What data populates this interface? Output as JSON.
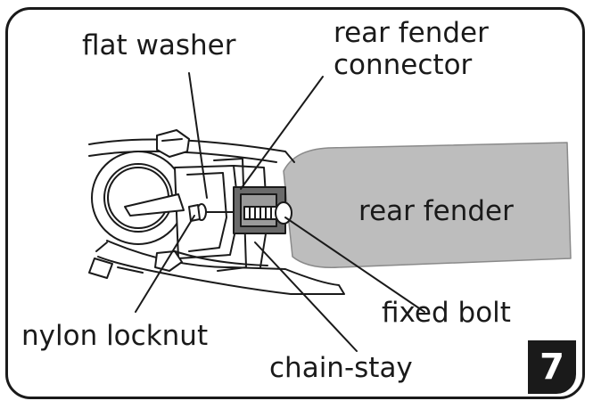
{
  "labels": {
    "flat_washer": "flat washer",
    "rear_fender_connector_1": "rear fender",
    "rear_fender_connector_2": "connector",
    "rear_fender": "rear fender",
    "nylon_locknut": "nylon locknut",
    "fixed_bolt": "fixed bolt",
    "chain_stay": "chain-stay"
  },
  "step_number": "7",
  "colors": {
    "line": "#1a1a1a",
    "fender_fill": "#bdbdbd",
    "badge_bg": "#1a1a1a",
    "badge_text": "#ffffff"
  }
}
